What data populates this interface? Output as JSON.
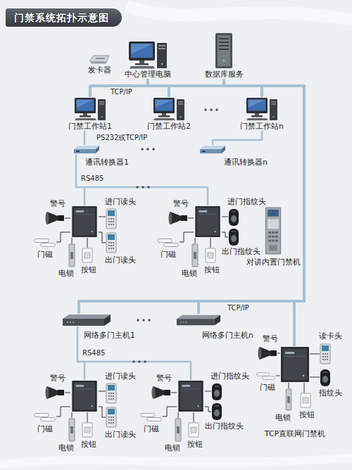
{
  "diagram": {
    "title": "门禁系统拓扑示意图",
    "nodes": [
      {
        "text": [
          "发卡器"
        ]
      },
      {
        "text": [
          "中心管理电脑"
        ]
      },
      {
        "text": [
          "数据库服务"
        ]
      },
      {
        "text": [
          "门禁工作站1"
        ]
      },
      {
        "text": [
          "门禁工作站2"
        ]
      },
      {
        "text": [
          "门禁工作站n"
        ]
      },
      {
        "text": [
          "通讯转换器1"
        ]
      },
      {
        "text": [
          "通讯转换器n"
        ]
      },
      {
        "text": [
          "警号"
        ]
      },
      {
        "text": [
          "进门读头"
        ]
      },
      {
        "text": [
          "门磁"
        ]
      },
      {
        "text": [
          "出门读头"
        ]
      },
      {
        "text": [
          "电锁"
        ]
      },
      {
        "text": [
          "按钮"
        ]
      },
      {
        "text": [
          "警号"
        ]
      },
      {
        "text": [
          "进门指纹头"
        ]
      },
      {
        "text": [
          "出门指纹头"
        ]
      },
      {
        "text": [
          "门磁"
        ]
      },
      {
        "text": [
          "对讲内置门禁机"
        ]
      },
      {
        "text": [
          "电锁"
        ]
      },
      {
        "text": [
          "按钮"
        ]
      },
      {
        "text": [
          "网络多门主机1"
        ]
      },
      {
        "text": [
          "网络多门主机n"
        ]
      },
      {
        "text": [
          "警号"
        ]
      },
      {
        "text": [
          "进门读头"
        ]
      },
      {
        "text": [
          "门磁"
        ]
      },
      {
        "text": [
          "出门读头"
        ]
      },
      {
        "text": [
          "电锁"
        ]
      },
      {
        "text": [
          "按钮"
        ]
      },
      {
        "text": [
          "警号"
        ]
      },
      {
        "text": [
          "进门指纹头"
        ]
      },
      {
        "text": [
          "出门指纹头"
        ]
      },
      {
        "text": [
          "门磁"
        ]
      },
      {
        "text": [
          "电锁"
        ]
      },
      {
        "text": [
          "按钮"
        ]
      },
      {
        "text": [
          "TCP直联网门禁机"
        ]
      },
      {
        "text": [
          "警号"
        ]
      },
      {
        "text": [
          "读卡头"
        ]
      },
      {
        "text": [
          "门磁"
        ]
      },
      {
        "text": [
          "指纹头"
        ]
      },
      {
        "text": [
          "电锁"
        ]
      },
      {
        "text": [
          "按钮"
        ]
      }
    ],
    "edges": [
      {
        "from": 1,
        "to": 2,
        "arrow": "none"
      },
      {
        "from": 1,
        "to": 3,
        "arrow": "none"
      },
      {
        "from": 1,
        "to": 4,
        "arrow": "none"
      },
      {
        "from": 1,
        "to": 5,
        "arrow": "none"
      },
      {
        "from": 1,
        "to": 21,
        "arrow": "none"
      },
      {
        "from": 1,
        "to": 22,
        "arrow": "none"
      },
      {
        "from": 1,
        "to": 35,
        "arrow": "none"
      },
      {
        "from": 3,
        "to": 6,
        "arrow": "none"
      },
      {
        "from": 5,
        "to": 7,
        "arrow": "none"
      }
    ],
    "labels": [
      "TCP/IP",
      "PS232或TCP/IP",
      "RS485",
      "TCP/IP",
      "RS485"
    ]
  }
}
